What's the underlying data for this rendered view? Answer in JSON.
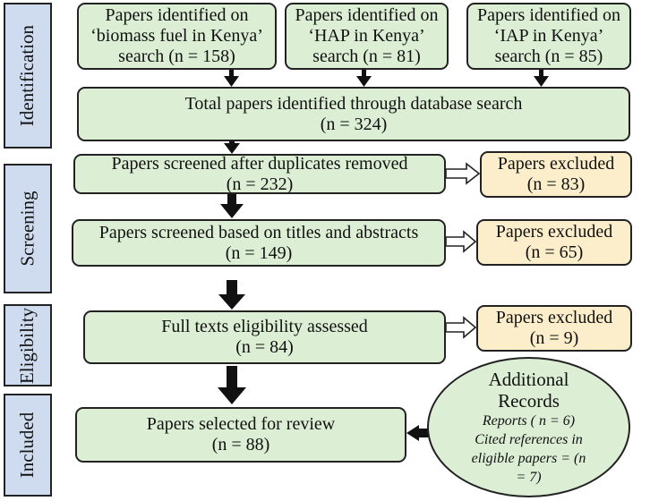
{
  "stages": {
    "identification": "Identification",
    "screening": "Screening",
    "eligibility": "Eligibility",
    "included": "Included"
  },
  "search_boxes": {
    "biomass": {
      "line1": "Papers identified on",
      "line2": "‘biomass fuel in Kenya’",
      "line3": "search (n = 158)"
    },
    "hap": {
      "line1": "Papers identified on",
      "line2": "‘HAP in Kenya’",
      "line3": "search (n = 81)"
    },
    "iap": {
      "line1": "Papers identified on",
      "line2": "‘IAP in Kenya’",
      "line3": "search (n = 85)"
    }
  },
  "total_box": {
    "line1": "Total papers identified through database search",
    "line2": "(n = 324)"
  },
  "screen1_box": {
    "line1": "Papers screened after duplicates removed",
    "line2": "(n = 232)"
  },
  "screen2_box": {
    "line1": "Papers screened based on titles and abstracts",
    "line2": "(n = 149)"
  },
  "eligibility_box": {
    "line1": "Full texts eligibility assessed",
    "line2": "(n = 84)"
  },
  "included_box": {
    "line1": "Papers selected for review",
    "line2": "(n = 88)"
  },
  "excluded": [
    {
      "label": "Papers excluded",
      "count": "(n = 83)"
    },
    {
      "label": "Papers excluded",
      "count": "(n = 65)"
    },
    {
      "label": "Papers excluded",
      "count": "(n = 9)"
    }
  ],
  "additional": {
    "title1": "Additional",
    "title2": "Records",
    "line1": "Reports ( n = 6)",
    "line2": "Cited references in",
    "line3": "eligible papers = (n",
    "line4": "= 7)"
  },
  "colors": {
    "flow_box_fill": "#dcefd5",
    "excluded_box_fill": "#fdeecb",
    "stage_label_fill": "#cfdcf0",
    "border": "#222222"
  }
}
